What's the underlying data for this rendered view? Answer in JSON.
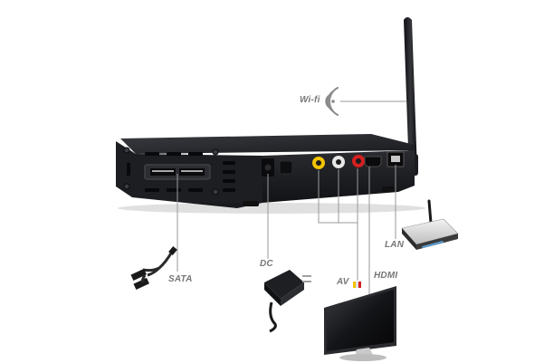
{
  "labels": {
    "wifi": "Wi-fi",
    "dc": "DC",
    "sata": "SATA",
    "lan": "LAN",
    "av": "AV",
    "hdmi": "HDMI"
  },
  "icons": {
    "wifi": "wifi-waves-icon",
    "dc": "power-adapter-icon",
    "sata": "sata-cable-icon",
    "lan": "router-icon",
    "av_hdmi": "monitor-icon"
  },
  "colors": {
    "device": "#1c1d21",
    "leader_line": "#9a9a9a",
    "label_text": "#777777",
    "rca_yellow": "#f2c200",
    "rca_white": "#e8e8e8",
    "rca_red": "#d42020"
  }
}
